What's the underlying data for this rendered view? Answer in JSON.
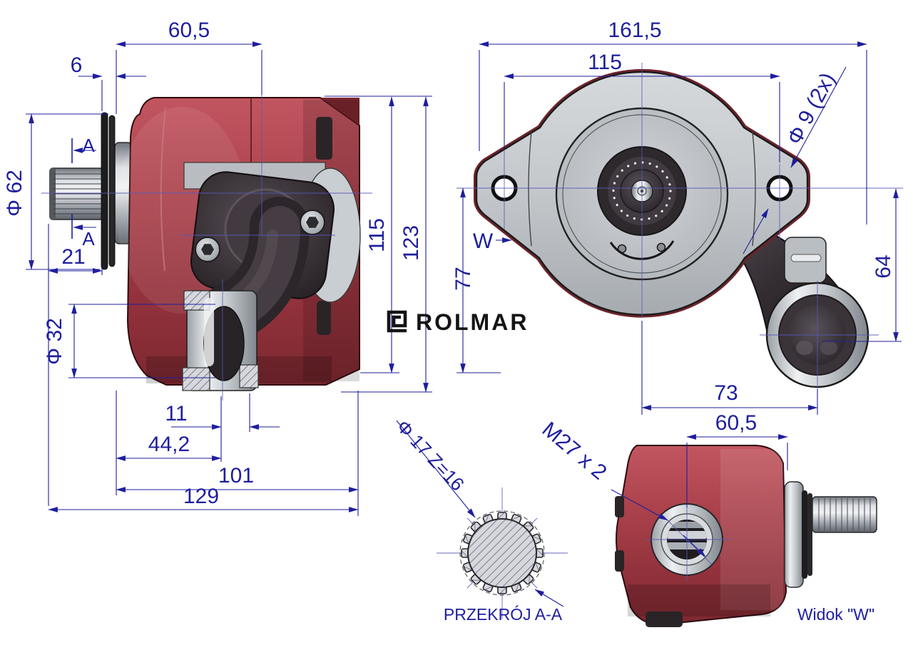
{
  "drawing": {
    "type": "technical-drawing",
    "product": "hydraulic gear pump",
    "accent_color": "#1e1e9e",
    "body_color": "#a73b43",
    "metal_color": "#c3c7cb",
    "dark_color": "#332c30"
  },
  "side": {
    "d605": "60,5",
    "d6": "6",
    "d62": "Φ 62",
    "a_top": "A",
    "a_bot": "A",
    "d21": "21",
    "d32": "Φ 32",
    "d11": "11",
    "d442": "44,2",
    "d101": "101",
    "d129": "129",
    "d115": "115",
    "d123": "123"
  },
  "front": {
    "d1615": "161,5",
    "d115": "115",
    "d9": "Φ 9 (2x)",
    "w": "W",
    "d77": "77",
    "d64": "64",
    "d73": "73"
  },
  "section": {
    "d17": "Φ 17 Z=16",
    "caption": "PRZEKRÓJ A-A"
  },
  "widok": {
    "d605": "60,5",
    "m27": "M27 x 2",
    "caption": "Widok \"W\""
  },
  "logo": {
    "text": "ROLMAR"
  }
}
